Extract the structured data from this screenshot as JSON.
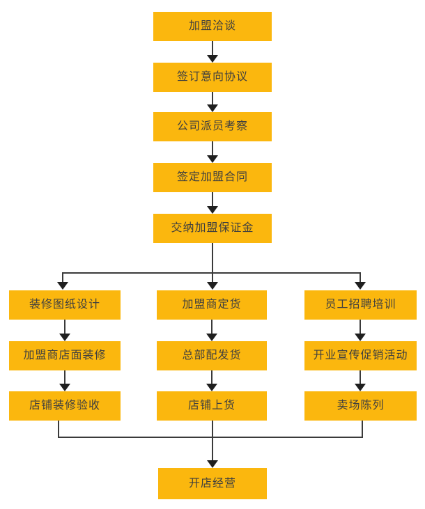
{
  "colors": {
    "background": "#ffffff",
    "box_fill": "#fbb70e",
    "box_text": "#3f3f3f",
    "line": "#3a3a3a",
    "arrow": "#1f1f1f"
  },
  "flow": {
    "main_steps": [
      "加盟洽谈",
      "签订意向协议",
      "公司派员考察",
      "签定加盟合同",
      "交纳加盟保证金"
    ],
    "branches": [
      {
        "id": "renovation",
        "steps": [
          "装修图纸设计",
          "加盟商店面装修",
          "店铺装修验收"
        ]
      },
      {
        "id": "merchandise",
        "steps": [
          "加盟商定货",
          "总部配发货",
          "店铺上货"
        ]
      },
      {
        "id": "staffing",
        "steps": [
          "员工招聘培训",
          "开业宣传促销活动",
          "卖场陈列"
        ]
      }
    ],
    "final_step": "开店经营"
  }
}
